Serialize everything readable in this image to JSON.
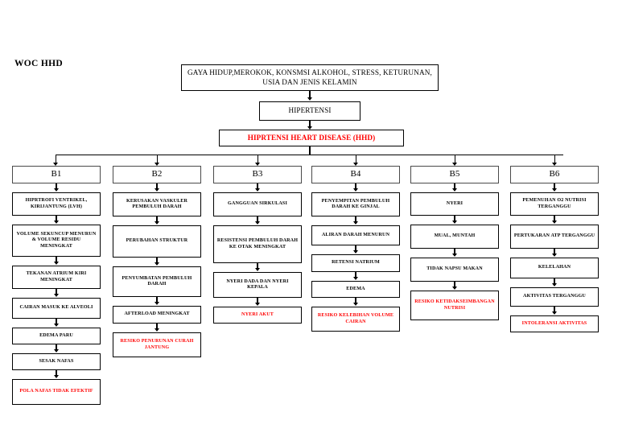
{
  "page": {
    "title": "WOC HHD"
  },
  "flow": {
    "root": "GAYA HIDUP,MEROKOK, KONSMSI ALKOHOL, STRESS, KETURUNAN, USIA DAN JENIS KELAMIN",
    "hipertensi": "HIPERTENSI",
    "hhd": "HIPRTENSI HEART DISEASE (HHD)",
    "hhd_color": "#ff0000"
  },
  "branches": [
    {
      "id": "B1",
      "header": "B1",
      "steps": [
        {
          "text": "HIPRTROFI VENTRIKEL, KIRIJANTUNG (LVH)",
          "diagnosis": false
        },
        {
          "text": "VOLUME SEKUNCUP MENURUN & VOLUME RESIDU MENINGKAT",
          "diagnosis": false
        },
        {
          "text": "TEKANAN ATRIUM KIRI MENINGKAT",
          "diagnosis": false
        },
        {
          "text": "CAIRAN MASUK KE ALVEOLI",
          "diagnosis": false
        },
        {
          "text": "EDEMA PARU",
          "diagnosis": false
        },
        {
          "text": "SESAK NAFAS",
          "diagnosis": false
        },
        {
          "text": "POLA NAFAS TIDAK EFEKTIF",
          "diagnosis": true
        }
      ]
    },
    {
      "id": "B2",
      "header": "B2",
      "steps": [
        {
          "text": "KERUSAKAN VASKULER PEMBULUH DARAH",
          "diagnosis": false
        },
        {
          "text": "PERUBAHAN STRUKTUR",
          "diagnosis": false
        },
        {
          "text": "PENYUMBATAN PEMBULUH DARAH",
          "diagnosis": false
        },
        {
          "text": "AFTERLOAD MENINGKAT",
          "diagnosis": false
        },
        {
          "text": "RESIKO PENURUNAN CURAH JANTUNG",
          "diagnosis": true
        }
      ]
    },
    {
      "id": "B3",
      "header": "B3",
      "steps": [
        {
          "text": "GANGGUAN SIRKULASI",
          "diagnosis": false
        },
        {
          "text": "RESISTENSI PEMBULUH DARAH KE OTAK MENINGKAT",
          "diagnosis": false
        },
        {
          "text": "NYERI DADA DAN NYERI KEPALA",
          "diagnosis": false
        },
        {
          "text": "NYERI AKUT",
          "diagnosis": true
        }
      ]
    },
    {
      "id": "B4",
      "header": "B4",
      "steps": [
        {
          "text": "PENYEMPITAN PEMBULUH DARAH KE GINJAL",
          "diagnosis": false
        },
        {
          "text": "ALIRAN DARAH MENURUN",
          "diagnosis": false
        },
        {
          "text": "RETENSI NATRIUM",
          "diagnosis": false
        },
        {
          "text": "EDEMA",
          "diagnosis": false
        },
        {
          "text": "RESIKO KELEBIHAN VOLUME CAIRAN",
          "diagnosis": true
        }
      ]
    },
    {
      "id": "B5",
      "header": "B5",
      "steps": [
        {
          "text": "NYERI",
          "diagnosis": false
        },
        {
          "text": "MUAL, MUNTAH",
          "diagnosis": false
        },
        {
          "text": "TIDAK NAPSU MAKAN",
          "diagnosis": false
        },
        {
          "text": "RESIKO KETIDAKSEIMBANGAN NUTRISI",
          "diagnosis": true
        }
      ]
    },
    {
      "id": "B6",
      "header": "B6",
      "steps": [
        {
          "text": "PEMENUHAN O2 NUTRISI TERGANGGU",
          "diagnosis": false
        },
        {
          "text": "PERTUKARAN ATP TERGANGGU",
          "diagnosis": false
        },
        {
          "text": "KELELAHAN",
          "diagnosis": false
        },
        {
          "text": "AKTIVITAS TERGANGGU",
          "diagnosis": false
        },
        {
          "text": "INTOLERANSI AKTIVITAS",
          "diagnosis": true
        }
      ]
    }
  ]
}
